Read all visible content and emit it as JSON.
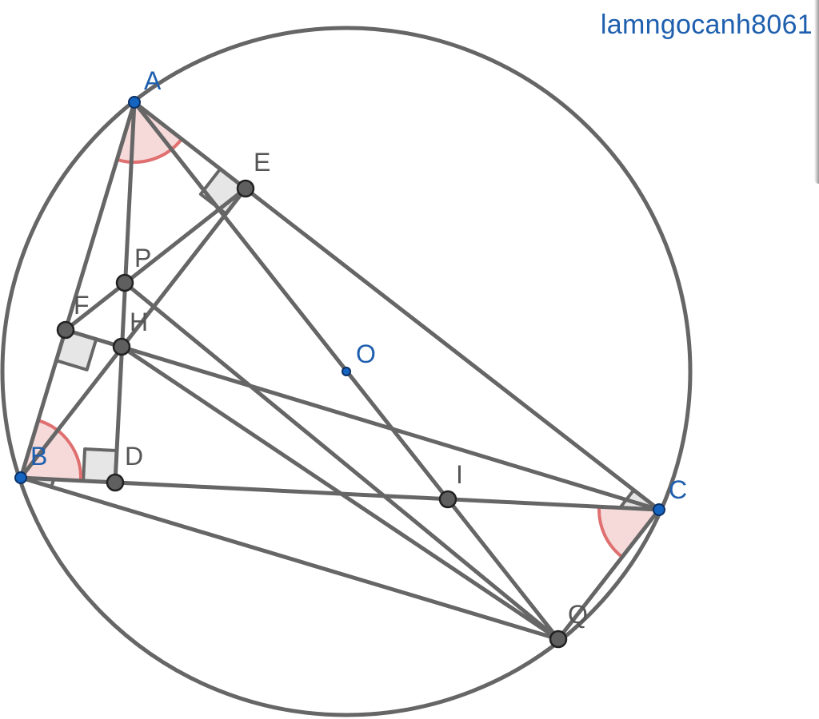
{
  "watermark": "lamngocanh8061",
  "colors": {
    "line": "#666666",
    "free_point": "#1565c0",
    "free_point_stroke": "#0a2f66",
    "dep_point": "#5f5f5f",
    "dep_point_stroke": "#222222",
    "label_free": "#1e5fae",
    "label_dep": "#555555",
    "right_angle_fill": "#e6e6e6",
    "angle_fill": "#f6dada",
    "angle_stroke": "#e07070",
    "watermark": "#1e5fae"
  },
  "labels": {
    "A": "A",
    "B": "B",
    "C": "C",
    "D": "D",
    "E": "E",
    "F": "F",
    "H": "H",
    "O": "O",
    "P": "P",
    "I": "I",
    "Q": "Q"
  },
  "free_points": [
    "A",
    "B",
    "C",
    "O"
  ],
  "dependent_points": [
    "D",
    "E",
    "F",
    "H",
    "P",
    "I",
    "Q"
  ],
  "circle": {
    "center": "O",
    "through": "A"
  },
  "segments": [
    [
      "A",
      "B"
    ],
    [
      "A",
      "C"
    ],
    [
      "B",
      "C"
    ],
    [
      "A",
      "D"
    ],
    [
      "B",
      "E"
    ],
    [
      "C",
      "F"
    ],
    [
      "E",
      "F"
    ],
    [
      "A",
      "Q"
    ],
    [
      "P",
      "Q"
    ],
    [
      "H",
      "Q"
    ],
    [
      "B",
      "Q"
    ],
    [
      "C",
      "Q"
    ]
  ],
  "right_angles": [
    [
      "B",
      "D",
      "A"
    ],
    [
      "A",
      "E",
      "B"
    ],
    [
      "B",
      "F",
      "C"
    ],
    [
      "A",
      "B",
      "Q"
    ],
    [
      "A",
      "C",
      "Q"
    ]
  ],
  "marked_angles": [
    [
      "F",
      "A",
      "E"
    ],
    [
      "D",
      "B",
      "F"
    ],
    [
      "B",
      "C",
      "Q"
    ]
  ]
}
